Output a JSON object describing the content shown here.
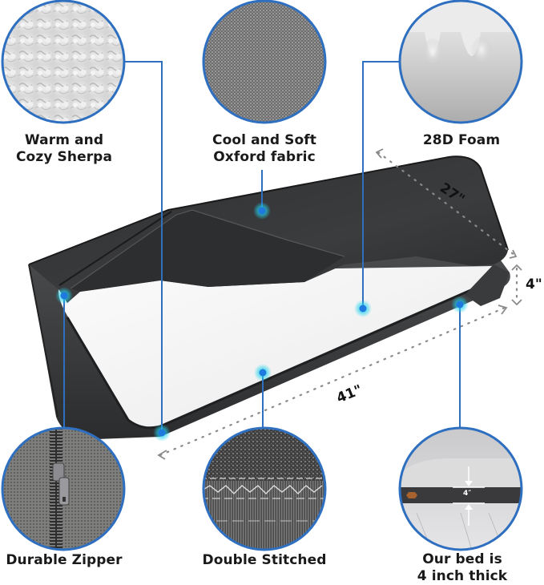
{
  "features": {
    "sherpa": {
      "line1": "Warm and",
      "line2": "Cozy Sherpa"
    },
    "oxford": {
      "line1": "Cool and Soft",
      "line2": "Oxford fabric"
    },
    "foam": {
      "line1": "28D Foam"
    },
    "zipper": {
      "line1": "Durable Zipper"
    },
    "stitched": {
      "line1": "Double Stitched"
    },
    "thickness": {
      "line1": "Our bed is",
      "line2": "4 inch thick",
      "inset_label": "4″"
    }
  },
  "dimensions": {
    "width": "27\"",
    "height": "4\"",
    "length": "41\""
  },
  "colors": {
    "accent_blue": "#2f6fc0",
    "callout_dot": "#1f7ae0",
    "callout_glow": "#22d3ee",
    "cover_dark": "#3a3b3d",
    "foam_white": "#f2f2f2"
  }
}
